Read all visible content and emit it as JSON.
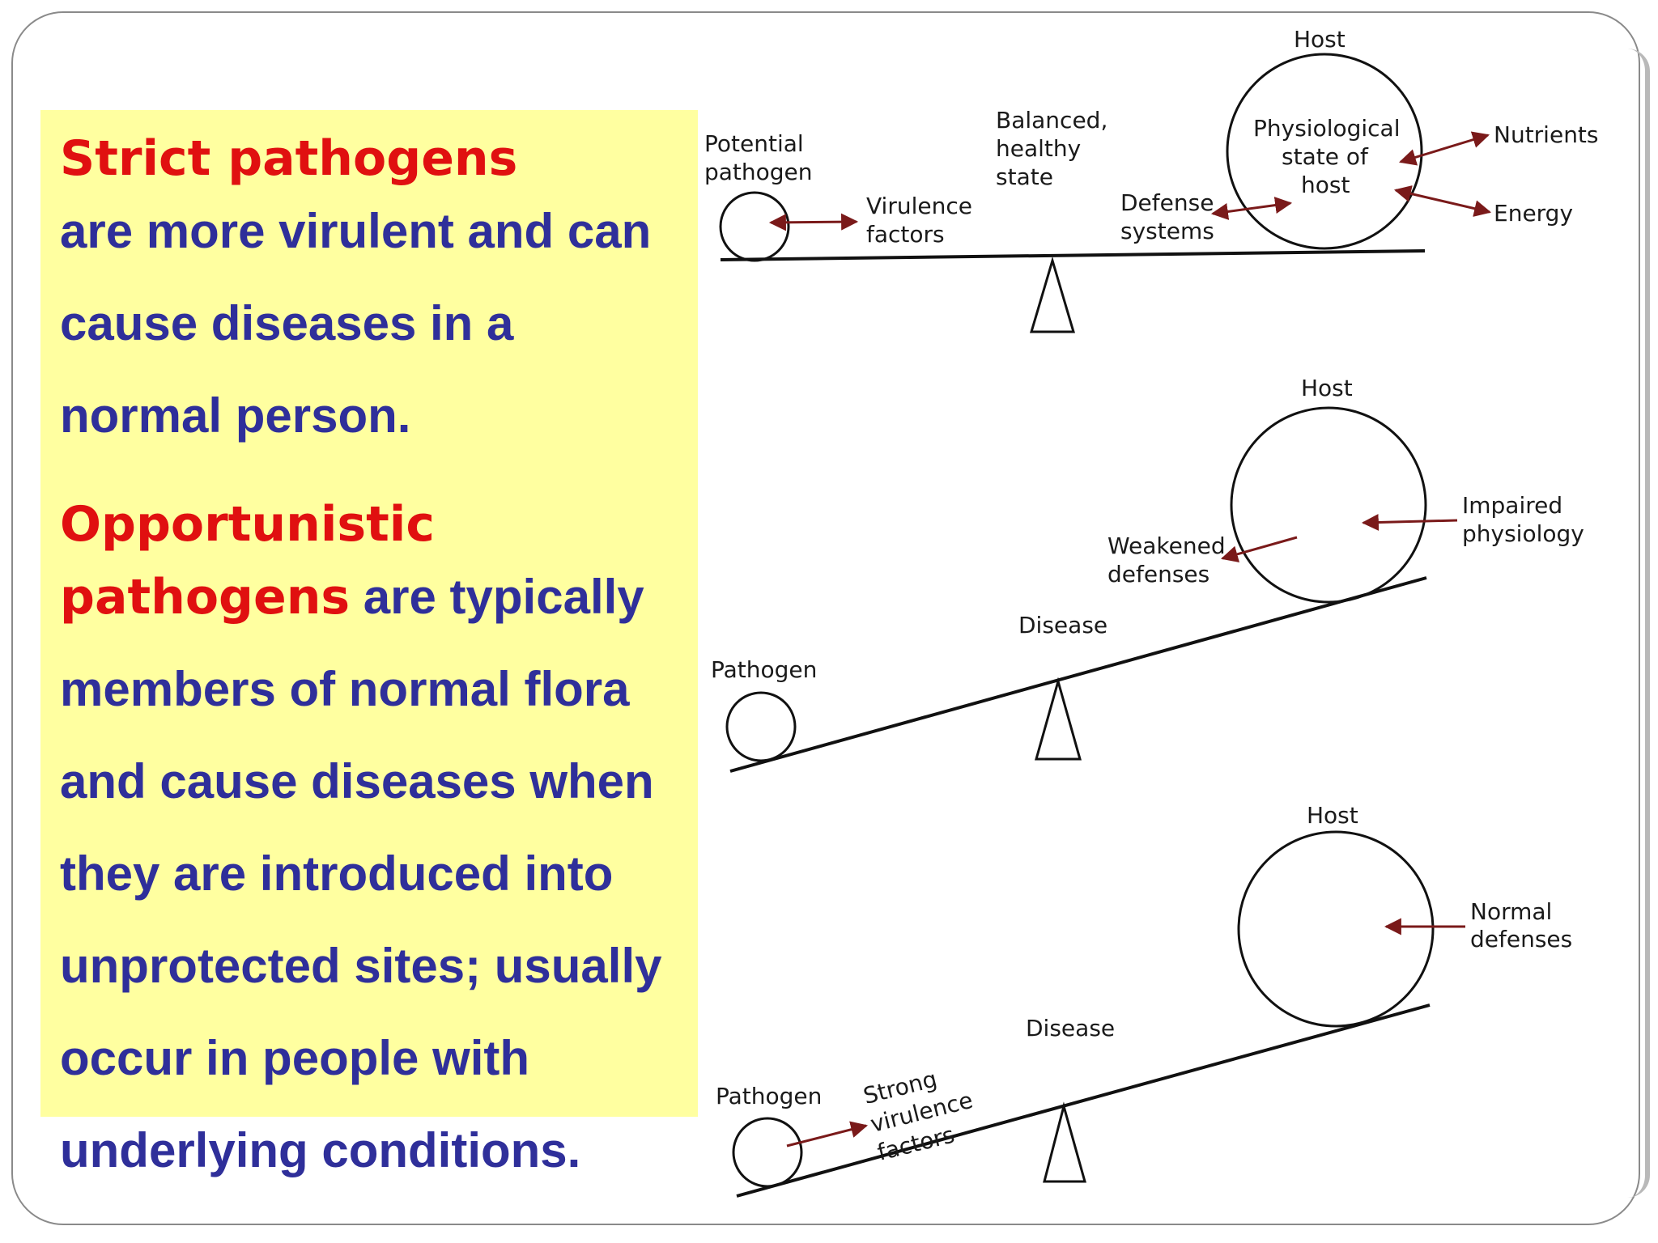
{
  "slide": {
    "strict": {
      "heading": "Strict  pathogens",
      "body": "are more virulent and can cause diseases in a normal person."
    },
    "opportunistic": {
      "heading_line1": "Opportunistic",
      "heading_line2": "pathogens",
      "body": " are typically members of normal flora and cause diseases when they are introduced into unprotected sites; usually occur in people with underlying conditions."
    }
  },
  "diagram": {
    "panel1": {
      "host": "Host",
      "host_inner_1": "Physiological",
      "host_inner_2": "state of",
      "host_inner_3": "host",
      "potential_1": "Potential",
      "potential_2": "pathogen",
      "virulence_1": "Virulence",
      "virulence_2": "factors",
      "balanced_1": "Balanced,",
      "balanced_2": "healthy",
      "balanced_3": "state",
      "defense_1": "Defense",
      "defense_2": "systems",
      "nutrients": "Nutrients",
      "energy": "Energy"
    },
    "panel2": {
      "host": "Host",
      "impaired_1": "Impaired",
      "impaired_2": "physiology",
      "weakened_1": "Weakened",
      "weakened_2": "defenses",
      "disease": "Disease",
      "pathogen": "Pathogen"
    },
    "panel3": {
      "host": "Host",
      "normal_1": "Normal",
      "normal_2": "defenses",
      "disease": "Disease",
      "pathogen": "Pathogen",
      "strong_1": "Strong",
      "strong_2": "virulence",
      "strong_3": "factors"
    }
  },
  "colors": {
    "background": "#ffffff",
    "textbox": "#ffffa0",
    "heading_red": "#e01010",
    "body_blue": "#2f2f9a",
    "arrow_brown": "#7a1a1a"
  }
}
